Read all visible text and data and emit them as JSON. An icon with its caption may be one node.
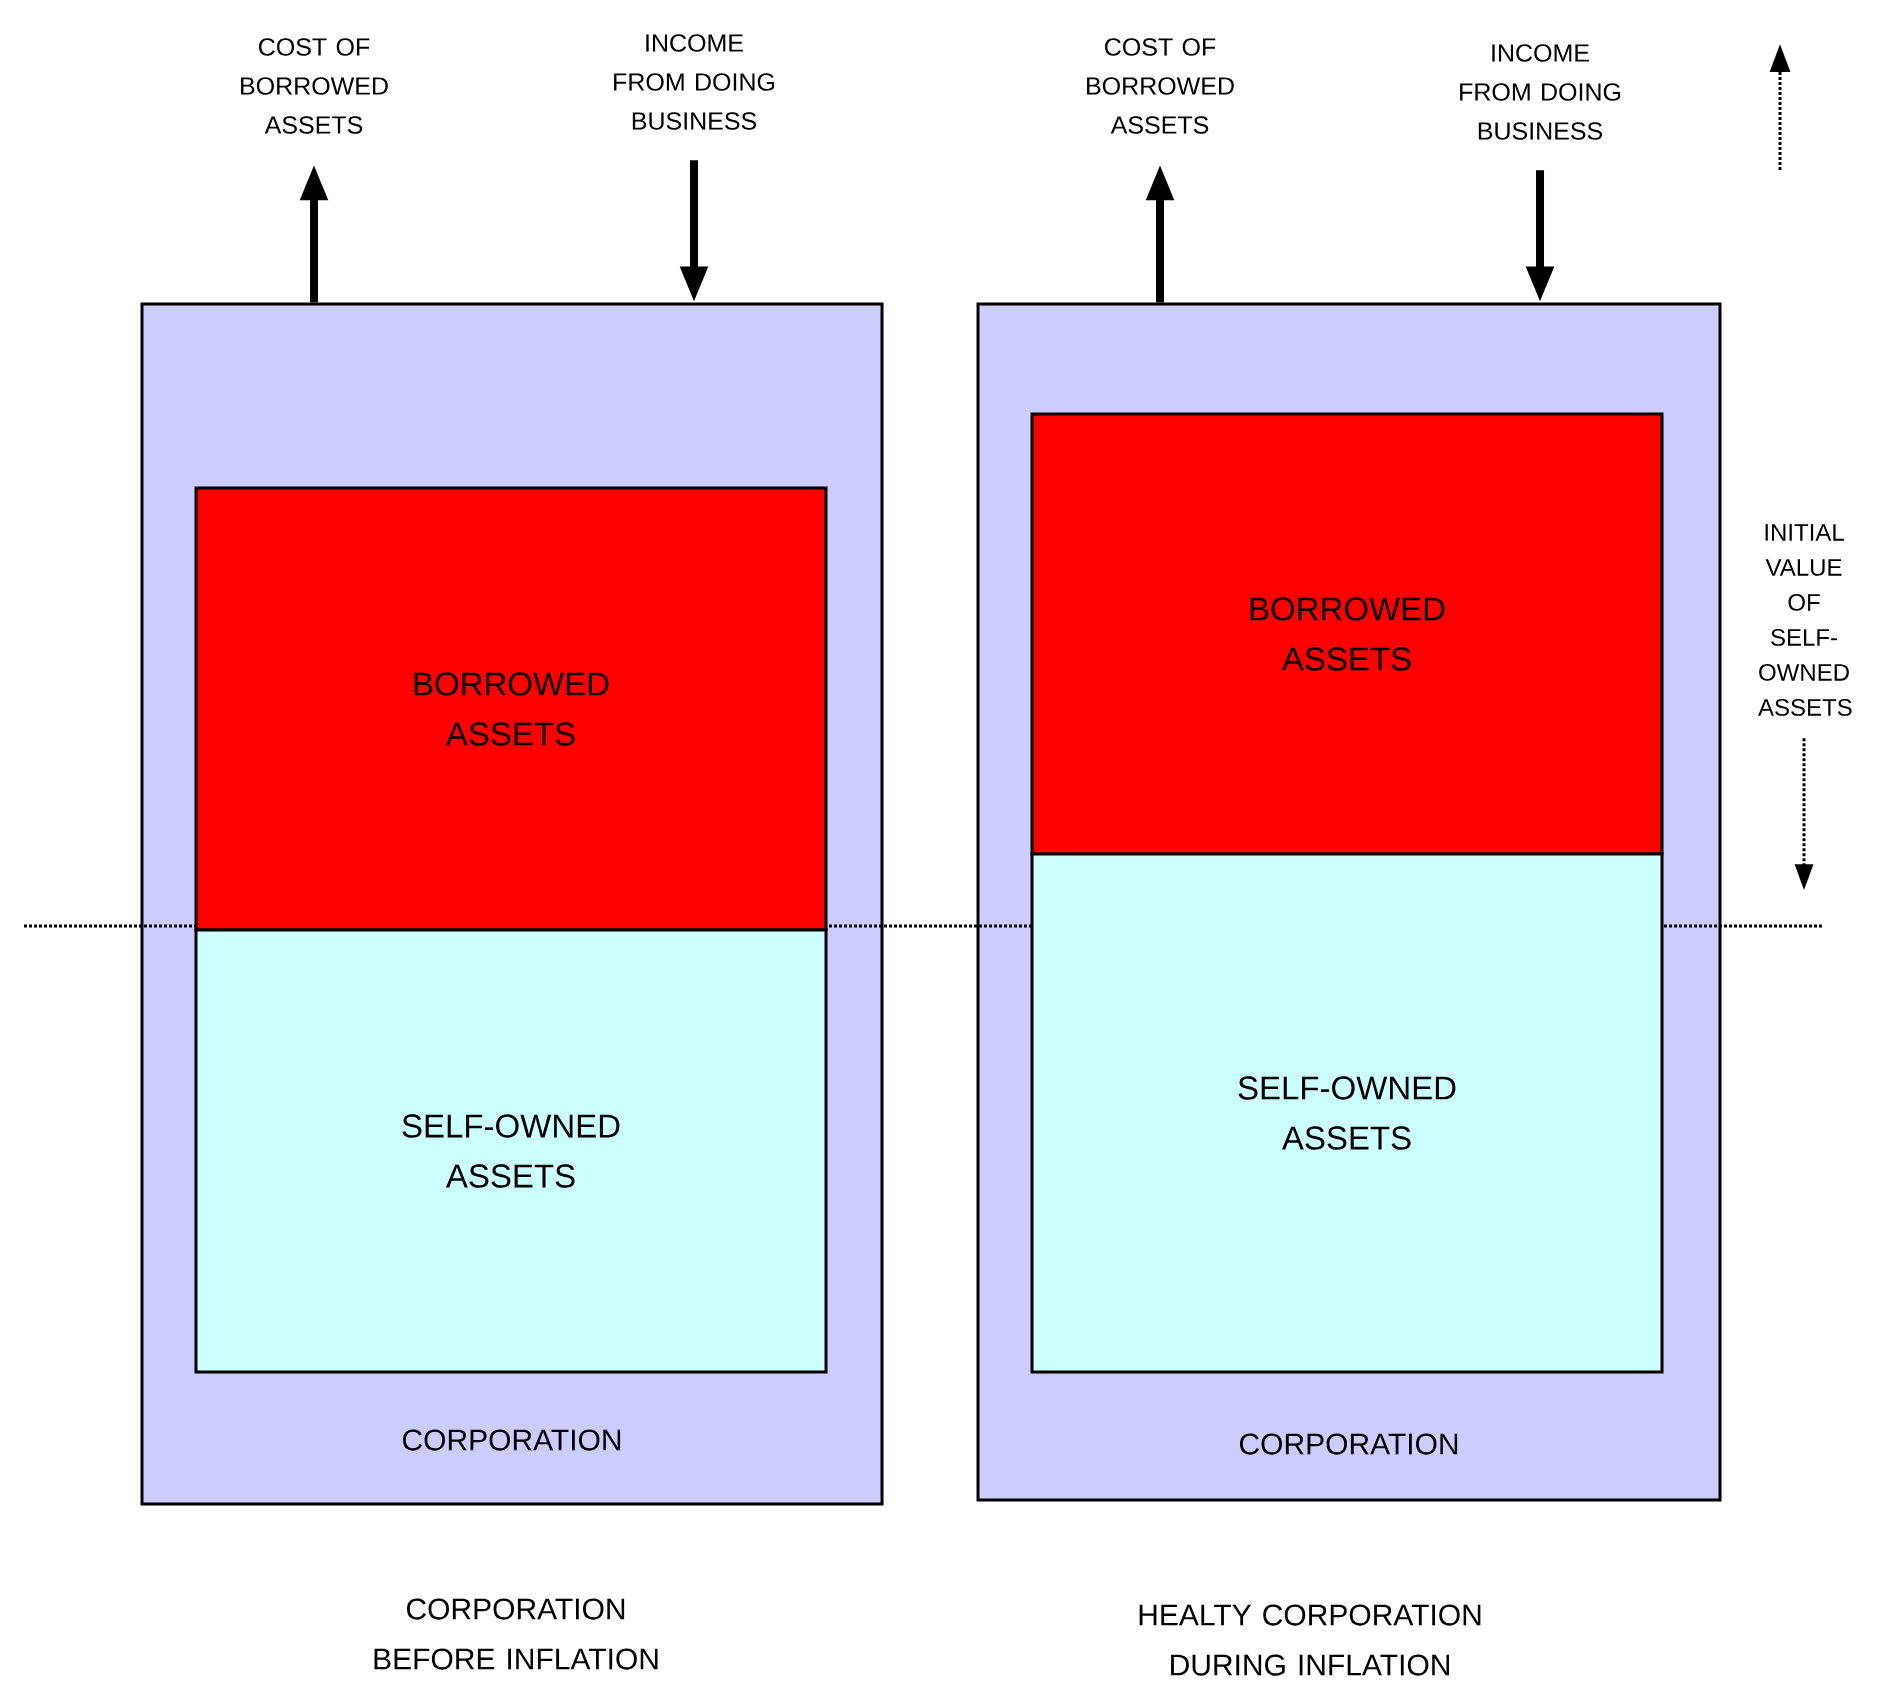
{
  "diagram": {
    "nodes": [
      {
        "text": [
          "CORPORATION"
        ]
      },
      {
        "text": [
          "BORROWED ASSETS"
        ],
        "in": 0
      },
      {
        "text": [
          "SELF-OWNED ASSETS"
        ],
        "in": 0
      },
      {
        "text": [
          "CORPORATION"
        ]
      },
      {
        "text": [
          "BORROWED ASSETS"
        ],
        "in": 3
      },
      {
        "text": [
          "SELF-OWNED ASSETS"
        ],
        "in": 3
      },
      {
        "text": [
          "COST OF BORROWED ASSETS"
        ]
      },
      {
        "text": [
          "INCOME FROM DOING BUSINESS"
        ]
      },
      {
        "text": [
          "COST OF BORROWED ASSETS"
        ]
      },
      {
        "text": [
          "INCOME FROM DOING BUSINESS"
        ]
      },
      {
        "text": [
          "INITIAL VALUE OF SELF-OWNED ASSETS"
        ]
      }
    ],
    "edges": [
      {
        "from": 0,
        "to": 6,
        "arrow": "to"
      },
      {
        "from": 7,
        "to": 0,
        "arrow": "to"
      },
      {
        "from": 3,
        "to": 8,
        "arrow": "to"
      },
      {
        "from": 9,
        "to": 3,
        "arrow": "to"
      },
      {
        "from": 10,
        "to": null,
        "arrow": "to",
        "style": "dashed"
      }
    ],
    "labels": [
      "CORPORATION BEFORE INFLATION",
      "HEALTY CORPORATION DURING INFLATION"
    ]
  }
}
